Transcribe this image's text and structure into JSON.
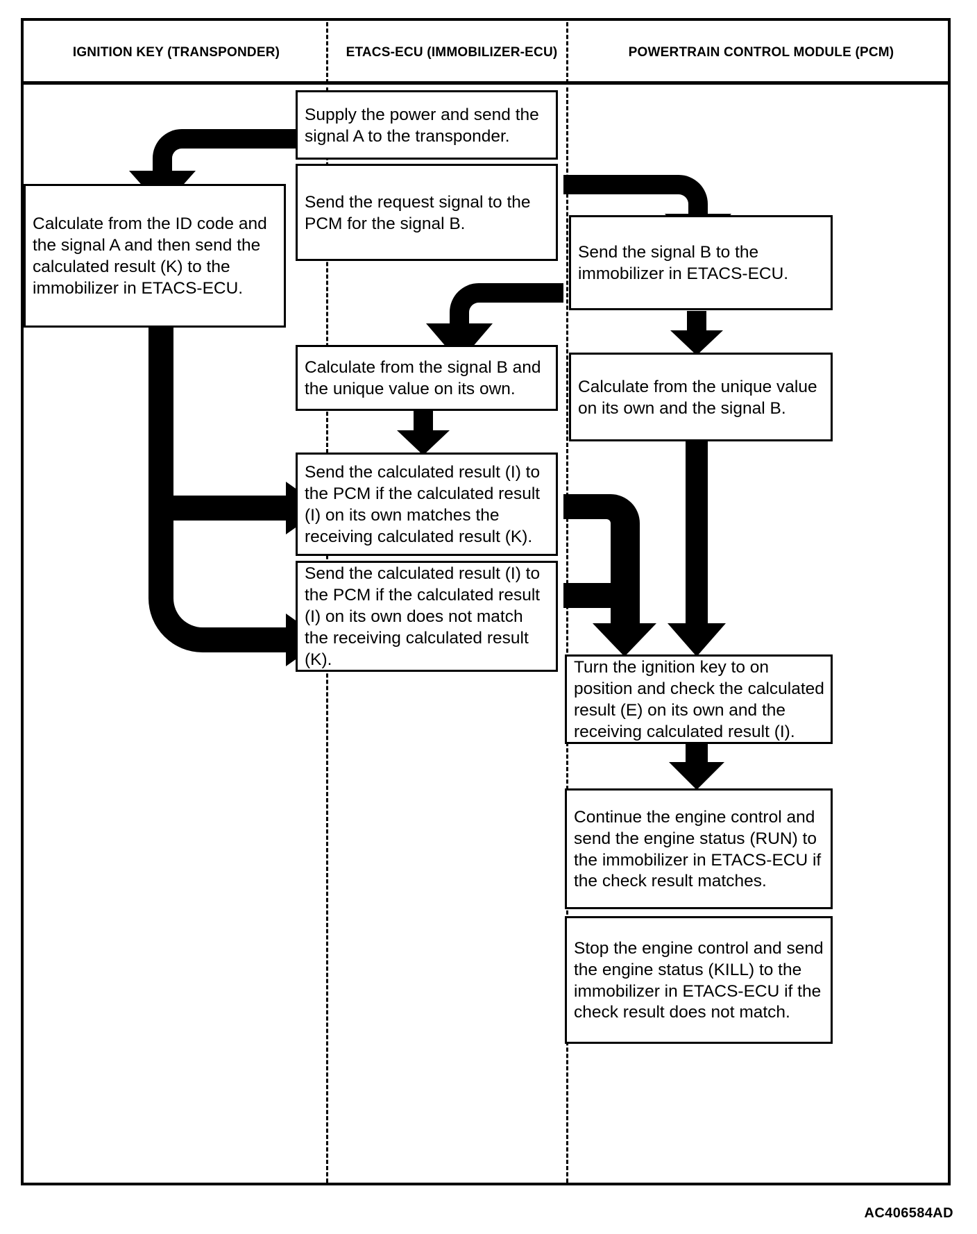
{
  "diagram": {
    "title_code": "AC406584AD",
    "columns": [
      {
        "id": "ignition-key",
        "label": "IGNITION KEY (TRANSPONDER)"
      },
      {
        "id": "etacs-ecu",
        "label": "ETACS-ECU (IMMOBILIZER-ECU)"
      },
      {
        "id": "pcm",
        "label": "POWERTRAIN CONTROL MODULE (PCM)"
      }
    ],
    "boxes": {
      "key_calc": "Calculate from the ID code and the signal A and then send the calculated result (K) to the immobilizer in ETACS-ECU.",
      "supply_power": "Supply the power and send the signal A to the transponder.",
      "request_signal": "Send the request signal to the PCM for the signal B.",
      "etacs_calc_b": "Calculate from the signal B and the unique value on its own.",
      "etacs_send_match": "Send the calculated result (I) to the PCM if the calculated result (I) on its own matches the receiving calculated result (K).",
      "etacs_send_nomatch": "Send the calculated result (I) to the PCM if the calculated result (I) on its own does not match the receiving calculated result (K).",
      "pcm_send_b": "Send the signal B to the immobilizer in ETACS-ECU.",
      "pcm_calc": "Calculate from the unique value on its own and the signal B.",
      "pcm_check": "Turn the ignition key to on position and check the calculated result (E) on its own and the receiving calculated result (I).",
      "pcm_run": "Continue the engine control and send the engine status (RUN) to the immobilizer in ETACS-ECU if the check result matches.",
      "pcm_kill": "Stop the engine control and send the engine status (KILL) to the immobilizer in ETACS-ECU if the check result does not match."
    },
    "flow_arrows": [
      {
        "id": "etacs-to-key",
        "from": "supply_power",
        "to": "key_calc",
        "shape": "left-then-down"
      },
      {
        "id": "etacs-to-pcm",
        "from": "request_signal",
        "to": "pcm_send_b",
        "shape": "right-then-down"
      },
      {
        "id": "pcm-to-etacs",
        "from": "pcm_send_b",
        "to": "etacs_calc_b",
        "shape": "left-then-down"
      },
      {
        "id": "pcm-down-1",
        "from": "pcm_send_b",
        "to": "pcm_calc",
        "shape": "down"
      },
      {
        "id": "etacs-down-1",
        "from": "etacs_calc_b",
        "to": "etacs_send_match",
        "shape": "down"
      },
      {
        "id": "key-to-etacs-match",
        "from": "key_calc",
        "to": "etacs_send_match",
        "shape": "down-then-right"
      },
      {
        "id": "key-to-etacs-nomatch",
        "from": "key_calc",
        "to": "etacs_send_nomatch",
        "shape": "down-then-right"
      },
      {
        "id": "etacs-to-pcm-check",
        "from": "etacs_send_match",
        "to": "pcm_check",
        "shape": "right-then-down"
      },
      {
        "id": "pcm-calc-to-check",
        "from": "pcm_calc",
        "to": "pcm_check",
        "shape": "down"
      },
      {
        "id": "pcm-check-to-run",
        "from": "pcm_check",
        "to": "pcm_run",
        "shape": "down"
      }
    ],
    "colors": {
      "ink": "#000000",
      "paper": "#ffffff"
    }
  }
}
